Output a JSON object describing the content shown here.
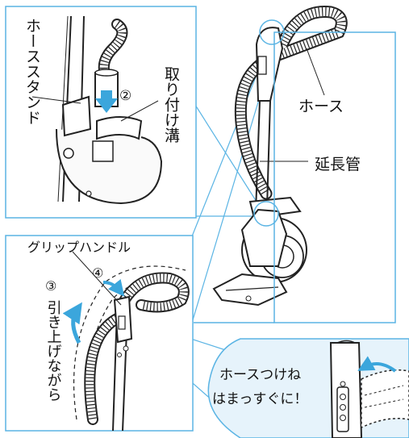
{
  "labels": {
    "hose_stand": "ホーススタンド",
    "mounting_groove": "取り付け溝",
    "hose": "ホース",
    "extension_pipe": "延長管",
    "grip_handle": "グリップハンドル",
    "pull_up": "引き上げながら",
    "hose_joint_line1": "ホースつけね",
    "hose_joint_line2": "はまっすぐに！"
  },
  "steps": {
    "step2": "②",
    "step3": "③",
    "step4": "④"
  },
  "colors": {
    "accent": "#3ba6dc",
    "frame": "#5ab4e4",
    "zoom_bg": "#e6f3fb",
    "line": "#222222"
  }
}
